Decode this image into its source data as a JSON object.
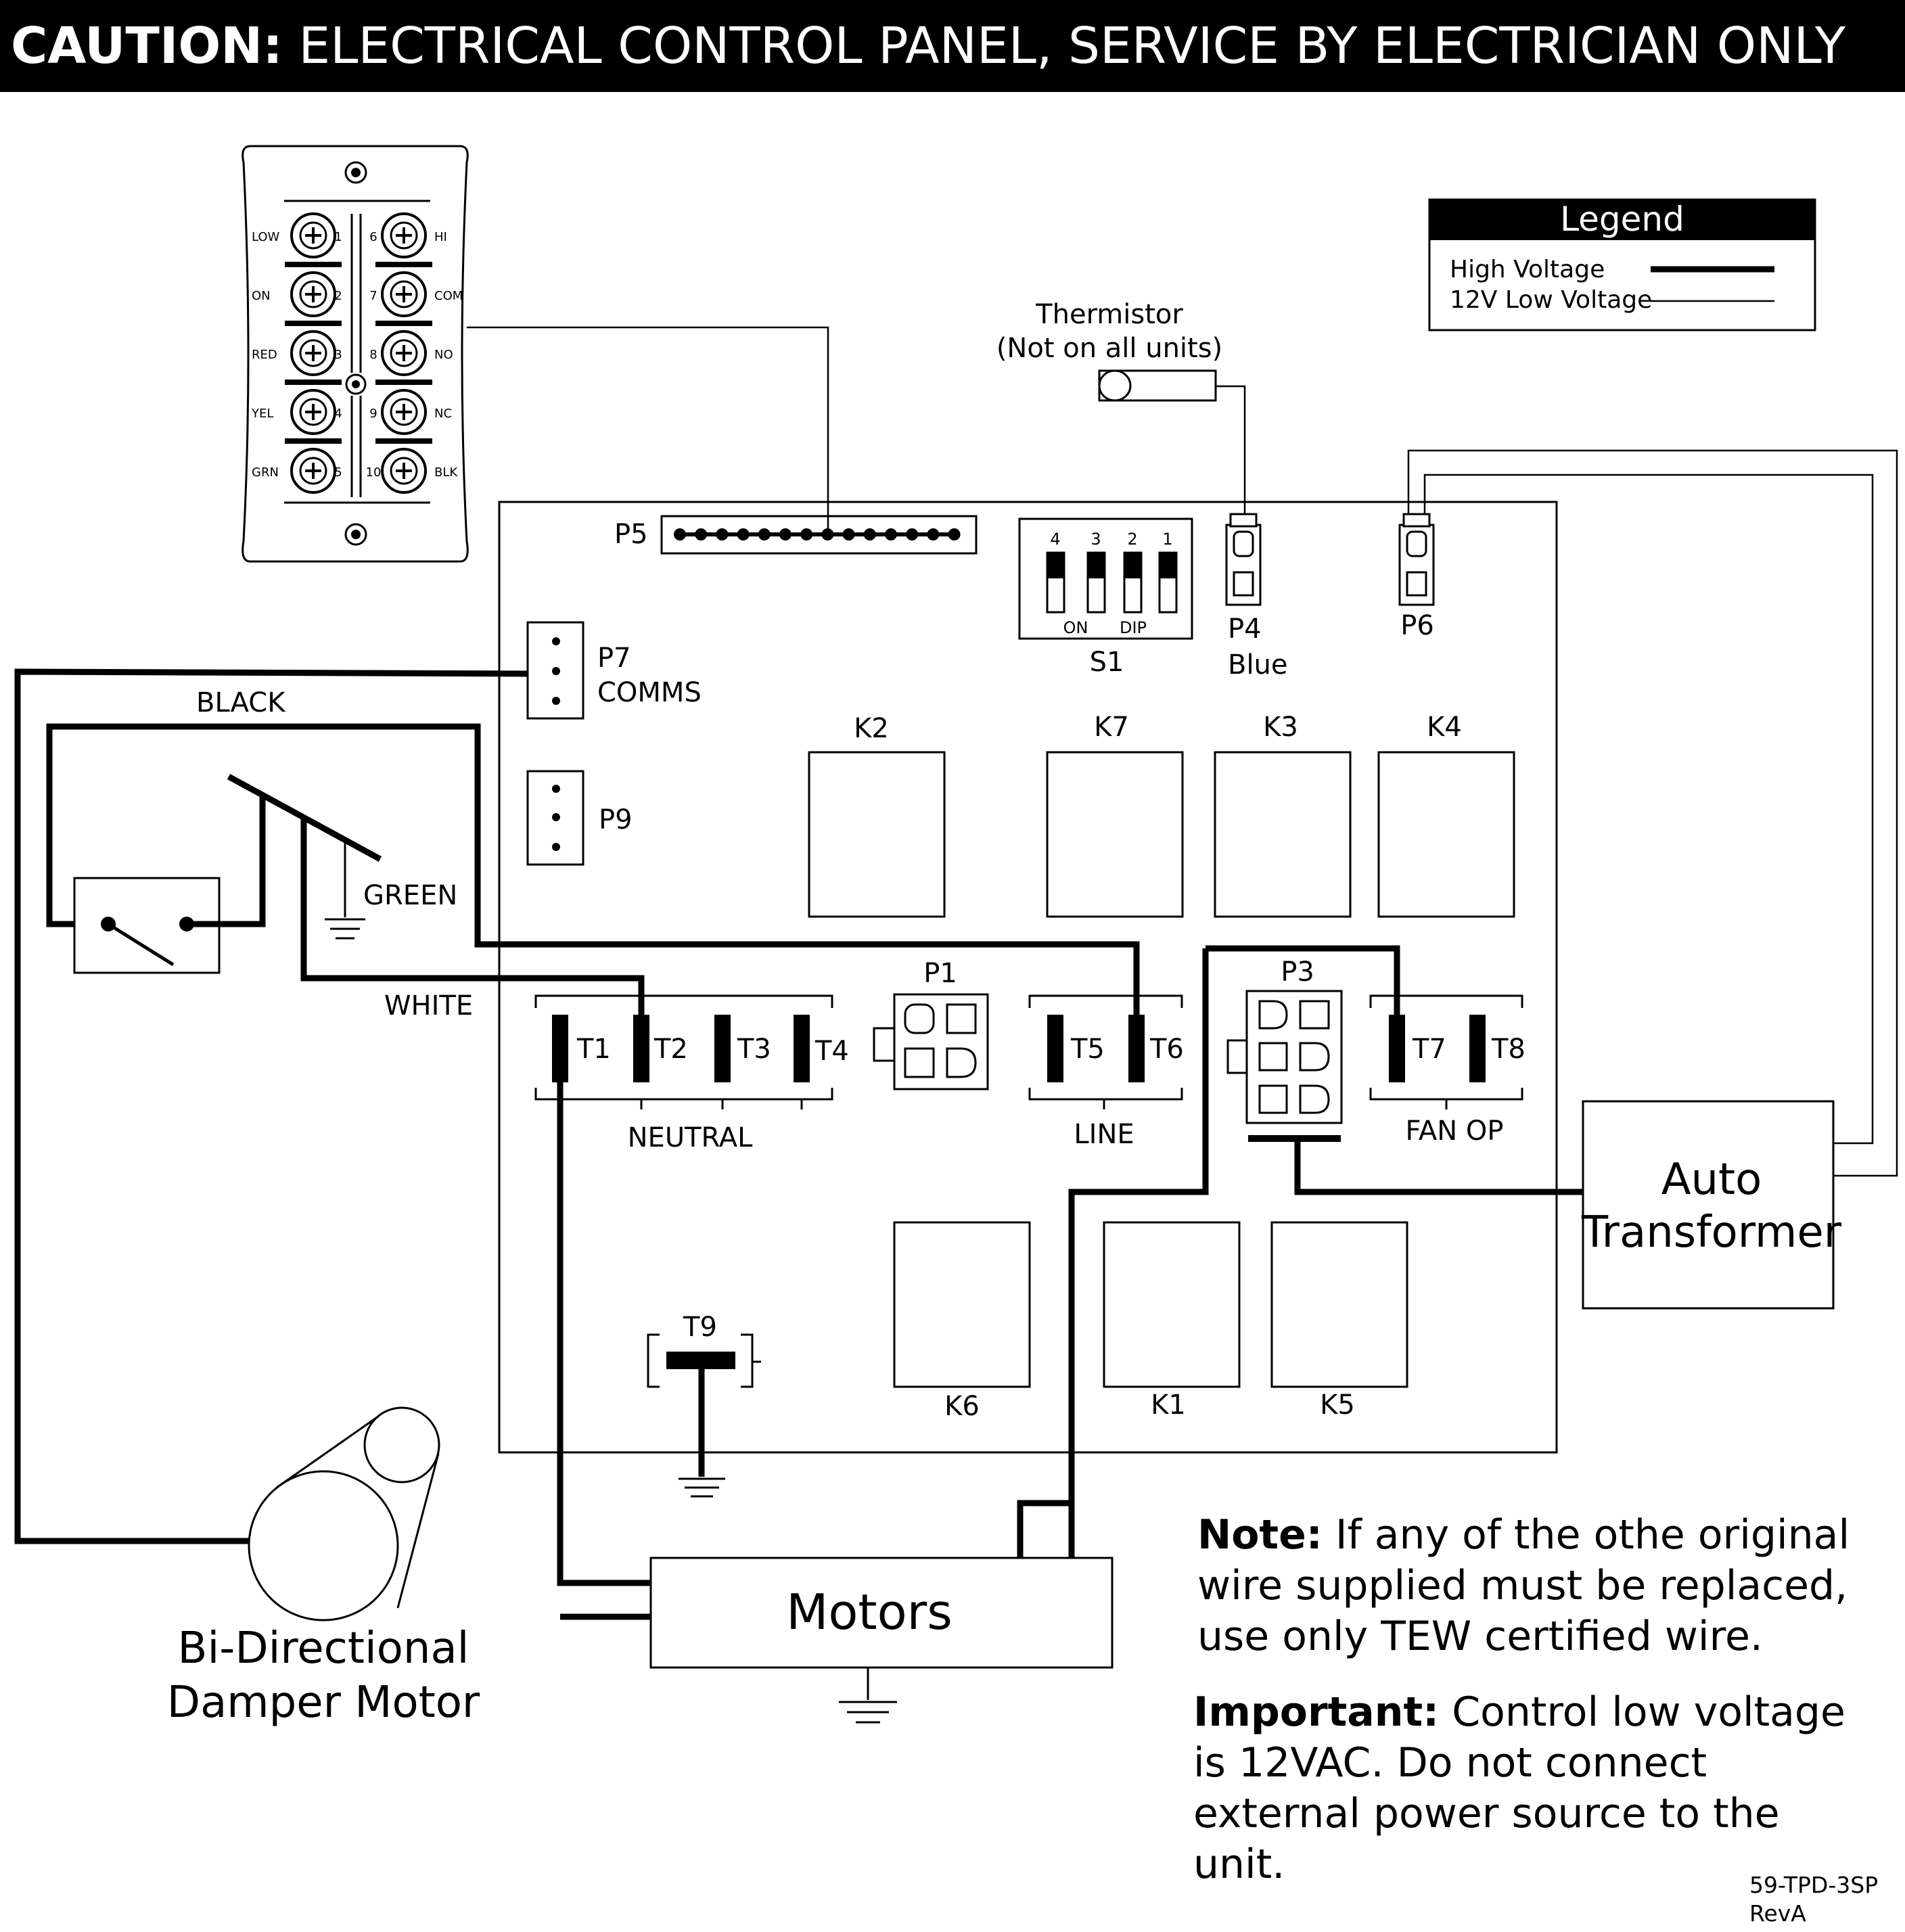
{
  "caution": {
    "prefix": "CAUTION:",
    "text": "ELECTRICAL CONTROL PANEL, SERVICE  BY ELECTRICIAN ONLY"
  },
  "legend": {
    "title": "Legend",
    "high_voltage": "High Voltage",
    "low_voltage": "12V Low Voltage"
  },
  "thermistor": {
    "line1": "Thermistor",
    "line2": "(Not on all units)"
  },
  "terminal_block": {
    "left": [
      {
        "label": "LOW",
        "num": "1"
      },
      {
        "label": "ON",
        "num": "2"
      },
      {
        "label": "RED",
        "num": "3"
      },
      {
        "label": "YEL",
        "num": "4"
      },
      {
        "label": "GRN",
        "num": "5"
      }
    ],
    "right": [
      {
        "label": "HI",
        "num": "6"
      },
      {
        "label": "COM",
        "num": "7"
      },
      {
        "label": "NO",
        "num": "8"
      },
      {
        "label": "NC",
        "num": "9"
      },
      {
        "label": "BLK",
        "num": "10"
      }
    ]
  },
  "connectors": {
    "p5": "P5",
    "p7": "P7",
    "p7_sub": "COMMS",
    "p9": "P9",
    "p4": "P4",
    "p4_sub": "Blue",
    "p6": "P6",
    "p1": "P1",
    "p3": "P3"
  },
  "dip": {
    "name": "S1",
    "numbers": [
      "4",
      "3",
      "2",
      "1"
    ],
    "on": "ON",
    "dip": "DIP"
  },
  "relays": [
    "K2",
    "K7",
    "K3",
    "K4",
    "K6",
    "K1",
    "K5"
  ],
  "terminals": [
    "T1",
    "T2",
    "T3",
    "T4",
    "T5",
    "T6",
    "T7",
    "T8",
    "T9"
  ],
  "groups": {
    "neutral": "NEUTRAL",
    "line": "LINE",
    "fan_op": "FAN OP"
  },
  "wires": {
    "black": "BLACK",
    "green": "GREEN",
    "white": "WHITE"
  },
  "motors": "Motors",
  "auto_transformer": {
    "line1": "Auto",
    "line2": "Transformer"
  },
  "damper": {
    "line1": "Bi-Directional",
    "line2": "Damper Motor"
  },
  "note": {
    "label": "Note:",
    "text": "If any of the othe original wire supplied must be replaced, use only TEW certified wire."
  },
  "important": {
    "label": "Important:",
    "text": "Control low voltage is 12VAC. Do not connect external power source to the unit."
  },
  "part_number": {
    "line1": "59-TPD-3SP",
    "line2": "RevA"
  }
}
